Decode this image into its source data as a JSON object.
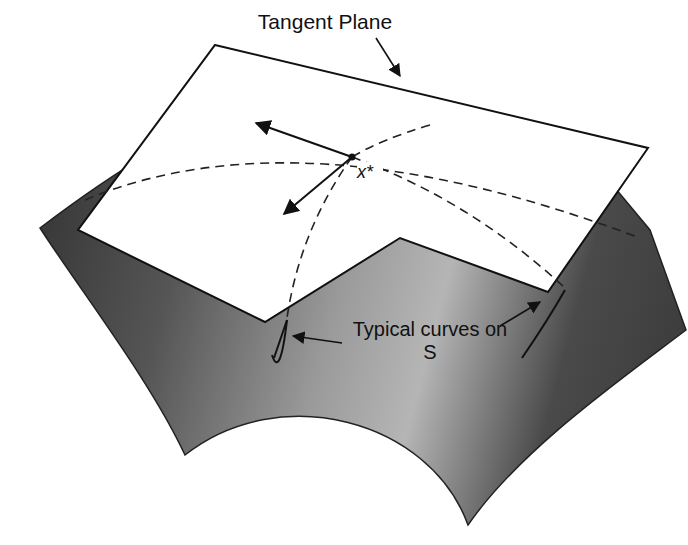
{
  "diagram": {
    "labels": [
      "Tangent Plane",
      "Typical curves on S",
      "S",
      "x*"
    ]
  }
}
